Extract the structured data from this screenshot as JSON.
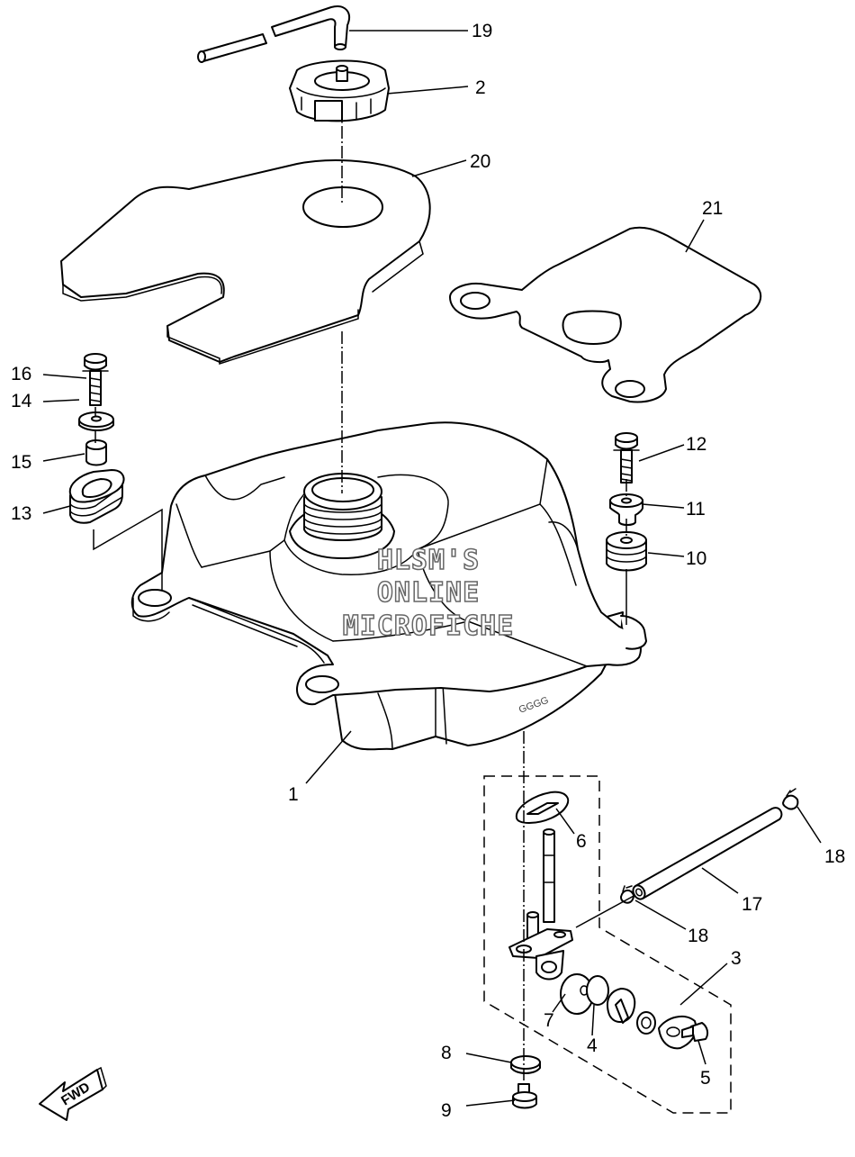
{
  "watermark": {
    "line1": "HLSM'S",
    "line2": "ONLINE",
    "line3": "MICROFICHE"
  },
  "fwd_arrow": {
    "label": "FWD"
  },
  "tank_embossing": "GGGG",
  "callouts": {
    "c1": "1",
    "c2": "2",
    "c3": "3",
    "c4": "4",
    "c5": "5",
    "c6": "6",
    "c7": "7",
    "c8": "8",
    "c9": "9",
    "c10": "10",
    "c11": "11",
    "c12": "12",
    "c13": "13",
    "c14": "14",
    "c15": "15",
    "c16": "16",
    "c17": "17",
    "c18a": "18",
    "c18b": "18",
    "c19": "19",
    "c20": "20",
    "c21": "21"
  },
  "colors": {
    "line": "#000000",
    "watermark_outline": "#666666",
    "background": "#ffffff"
  }
}
